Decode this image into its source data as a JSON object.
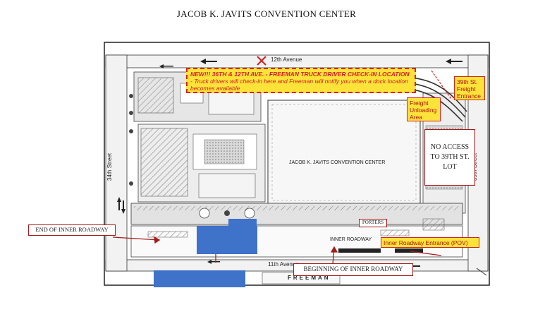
{
  "title": "JACOB K. JAVITS CONVENTION CENTER",
  "streets": {
    "twelfth_ave": "12th Avenue",
    "eleventh_ave": "11th Avenue",
    "thirty_fourth": "34th Street",
    "thirty_ninth": "39th Street"
  },
  "center_label": "JACOB K. JAVITS CONVENTION CENTER",
  "checkin": {
    "headline": "NEW!!! 36TH & 12TH AVE. - FREEMAN TRUCK DRIVER CHECK-IN LOCATION",
    "body": " - Truck drivers will check-in here and Freeman will notify you when a dock location becomes available"
  },
  "freight_entrance": "39th St. Freight Entrance",
  "freight_unloading": "Freight Unloading Area",
  "no_access": "NO ACCESS TO 39TH ST. LOT",
  "end_inner": "END OF INNER ROADWAY",
  "beginning_inner": "BEGINNING OF INNER ROADWAY",
  "inner_entrance": "Inner Roadway Entrance (POV)",
  "inner_roadway": "INNER ROADWAY",
  "porters": "PORTERS",
  "freeman": "FREEMAN",
  "colors": {
    "blue": "#3f72c9",
    "yellow": "#fbe33a",
    "red": "#d42020",
    "darkred": "#a61b1b"
  }
}
